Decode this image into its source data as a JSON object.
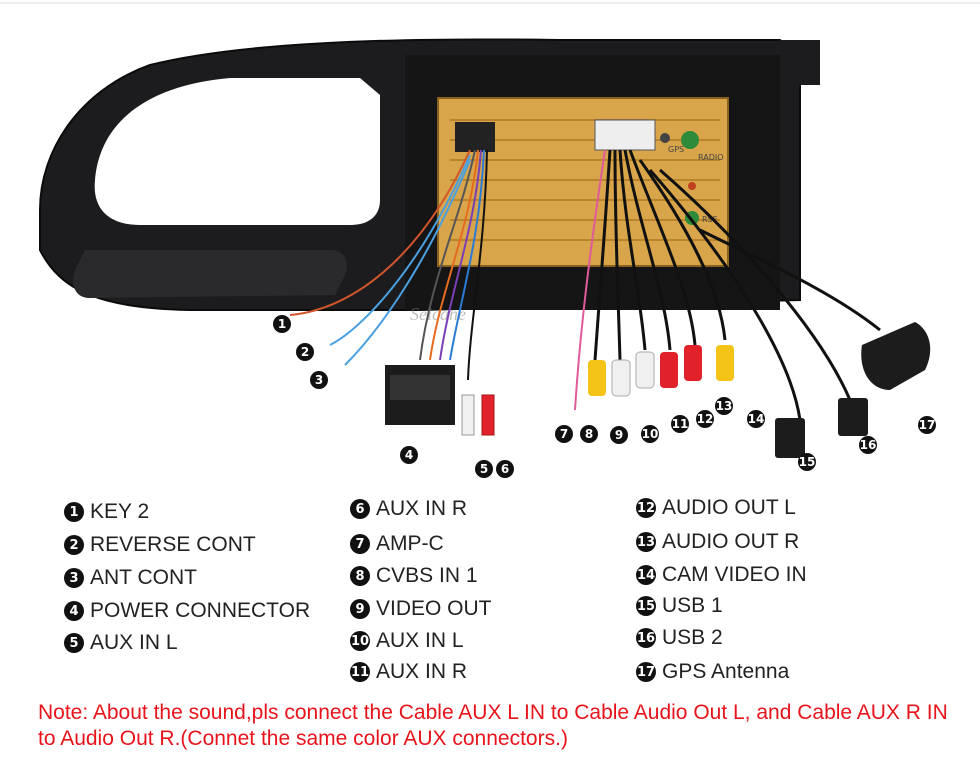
{
  "watermark": "Seicane",
  "board_labels": {
    "gps": "GPS",
    "radio": "RADIO",
    "rse": "RSE"
  },
  "callouts": [
    "1",
    "2",
    "3",
    "4",
    "5",
    "6",
    "7",
    "8",
    "9",
    "10",
    "11",
    "12",
    "13",
    "14",
    "15",
    "16",
    "17"
  ],
  "legend": [
    {
      "num": "1",
      "label": "KEY 2"
    },
    {
      "num": "2",
      "label": "REVERSE CONT"
    },
    {
      "num": "3",
      "label": "ANT CONT"
    },
    {
      "num": "4",
      "label": "POWER CONNECTOR"
    },
    {
      "num": "5",
      "label": "AUX IN L"
    },
    {
      "num": "6",
      "label": "AUX IN R"
    },
    {
      "num": "7",
      "label": "AMP-C"
    },
    {
      "num": "8",
      "label": "CVBS IN 1"
    },
    {
      "num": "9",
      "label": "VIDEO OUT"
    },
    {
      "num": "10",
      "label": "AUX IN L"
    },
    {
      "num": "11",
      "label": "AUX IN R"
    },
    {
      "num": "12",
      "label": "AUDIO OUT L"
    },
    {
      "num": "13",
      "label": "AUDIO OUT R"
    },
    {
      "num": "14",
      "label": "CAM VIDEO IN"
    },
    {
      "num": "15",
      "label": "USB 1"
    },
    {
      "num": "16",
      "label": "USB 2"
    },
    {
      "num": "17",
      "label": "GPS Antenna"
    }
  ],
  "note": "Note: About the sound,pls connect the Cable AUX L IN to Cable Audio Out L, and Cable AUX R IN to  Audio Out R.(Connet the same color AUX connectors.)",
  "colors": {
    "note": "#e8141b",
    "board": "#d9a54a",
    "frame": "#1c1c1e",
    "rca_yellow": "#f3c416",
    "rca_red": "#e2222b",
    "rca_white": "#f0f0f0"
  }
}
